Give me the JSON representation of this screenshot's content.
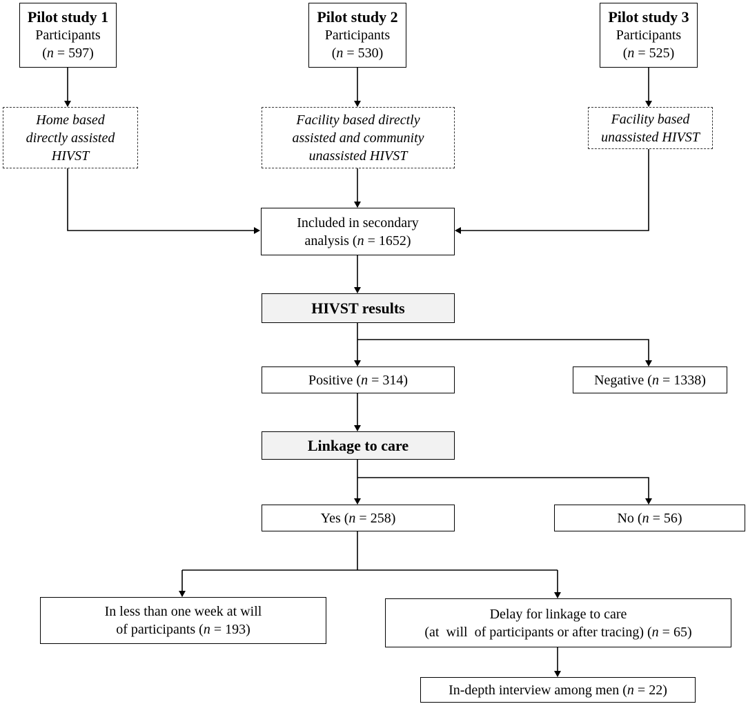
{
  "pilots": [
    {
      "title": "Pilot study 1",
      "label": "Participants",
      "n": "597",
      "approach": [
        "Home based",
        "directly assisted",
        "HIVST"
      ]
    },
    {
      "title": "Pilot study 2",
      "label": "Participants",
      "n": "530",
      "approach": [
        "Facility based directly",
        "assisted and community",
        "unassisted HIVST"
      ]
    },
    {
      "title": "Pilot study 3",
      "label": "Participants",
      "n": "525",
      "approach": [
        "Facility based",
        "unassisted HIVST"
      ]
    }
  ],
  "included": {
    "line1": "Included in secondary",
    "line2_prefix": "analysis (",
    "n": "1652"
  },
  "hivst_results": {
    "label": "HIVST results"
  },
  "positive": {
    "prefix": "Positive (",
    "n": "314"
  },
  "negative": {
    "prefix": "Negative (",
    "n": "1338"
  },
  "linkage": {
    "label": "Linkage to care"
  },
  "yes": {
    "prefix": "Yes (",
    "n": "258"
  },
  "no": {
    "prefix": "No (",
    "n": "56"
  },
  "less_week": {
    "line1": "In less than one week at will",
    "line2_prefix": "of participants (",
    "n": "193"
  },
  "delay": {
    "line1": "Delay for linkage to care",
    "line2_prefix": "(at  will  of participants or after tracing) (",
    "n": "65"
  },
  "interview": {
    "prefix": "In-depth interview among men (",
    "n": "22"
  },
  "n_symbol": "n",
  "eq": " = ",
  "close_paren": ")",
  "open_paren": "("
}
